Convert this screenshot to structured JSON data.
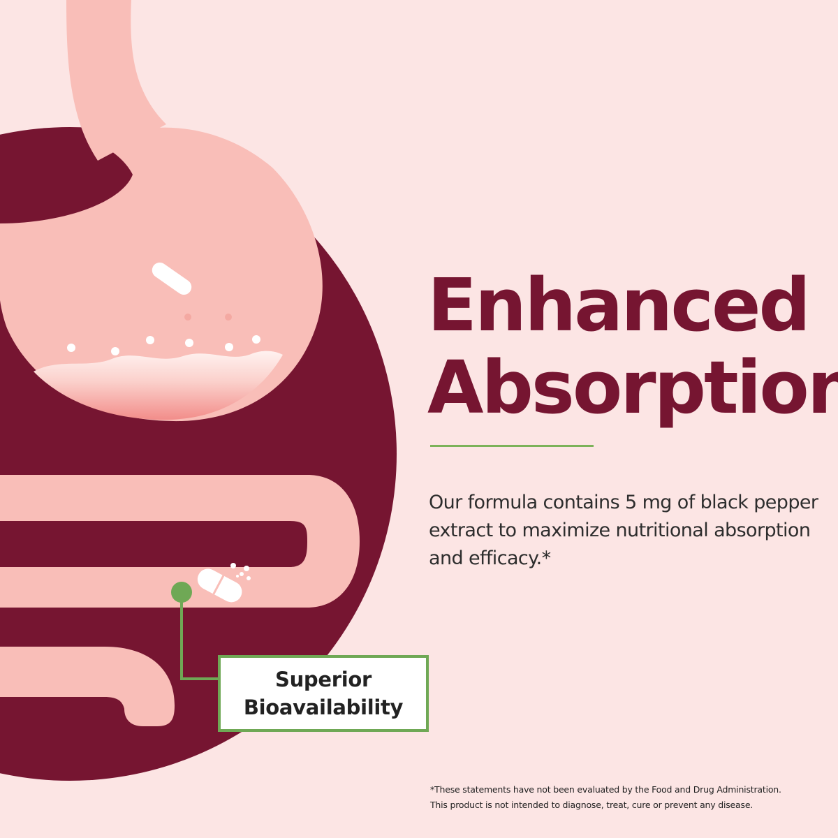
{
  "headline": {
    "line1": "Enhanced",
    "line2": "Absorption"
  },
  "body_text": "Our formula contains 5 mg of black pepper extract to maximize nutritional absorption and efficacy.*",
  "callout": {
    "line1": "Superior",
    "line2": "Bioavailability"
  },
  "disclaimer": {
    "line1": "*These statements have not been evaluated by the Food and Drug Administration.",
    "line2": "This product is not intended to diagnose, treat, cure or prevent any disease."
  },
  "colors": {
    "background": "#fce5e4",
    "burgundy": "#761531",
    "organ_pink": "#f9beb8",
    "accent_green": "#6fa855",
    "text_dark": "#2d2d2d"
  }
}
